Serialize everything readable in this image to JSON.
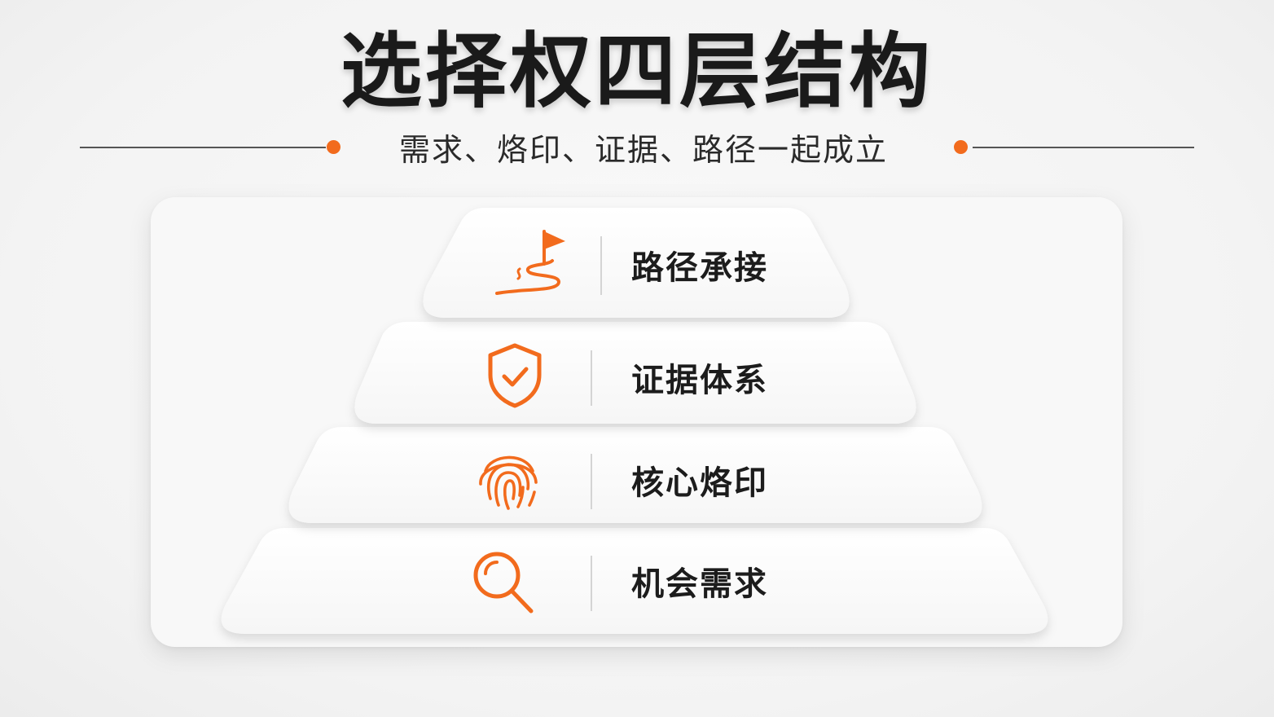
{
  "title": "选择权四层结构",
  "subtitle": "需求、烙印、证据、路径一起成立",
  "accent_color": "#f26b1d",
  "tiers": [
    {
      "label": "路径承接",
      "icon": "winding-path-flag-icon"
    },
    {
      "label": "证据体系",
      "icon": "shield-check-icon"
    },
    {
      "label": "核心烙印",
      "icon": "fingerprint-icon"
    },
    {
      "label": "机会需求",
      "icon": "magnifier-icon"
    }
  ]
}
